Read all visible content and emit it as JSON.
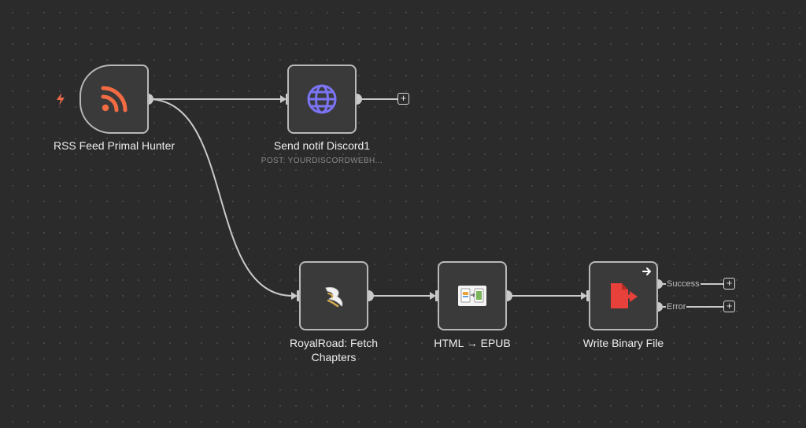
{
  "nodes": {
    "rss": {
      "label": "RSS Feed Primal Hunter",
      "icon": "rss-icon"
    },
    "discord": {
      "label": "Send notif Discord1",
      "sublabel": "POST: YOURDISCORDWEBH...",
      "icon": "globe-icon"
    },
    "royalroad": {
      "label_line1": "RoyalRoad: Fetch",
      "label_line2": "Chapters",
      "icon": "royalroad-logo-icon"
    },
    "html_epub": {
      "label": "HTML → EPUB",
      "icon": "html-epub-icon"
    },
    "write": {
      "label": "Write Binary File",
      "icon": "file-export-icon"
    }
  },
  "outputs": {
    "success": "Success",
    "error": "Error"
  },
  "colors": {
    "rss": "#f26b43",
    "globe": "#7b74f5",
    "file": "#e8403a",
    "trigger_bolt": "#ef6a4c"
  }
}
